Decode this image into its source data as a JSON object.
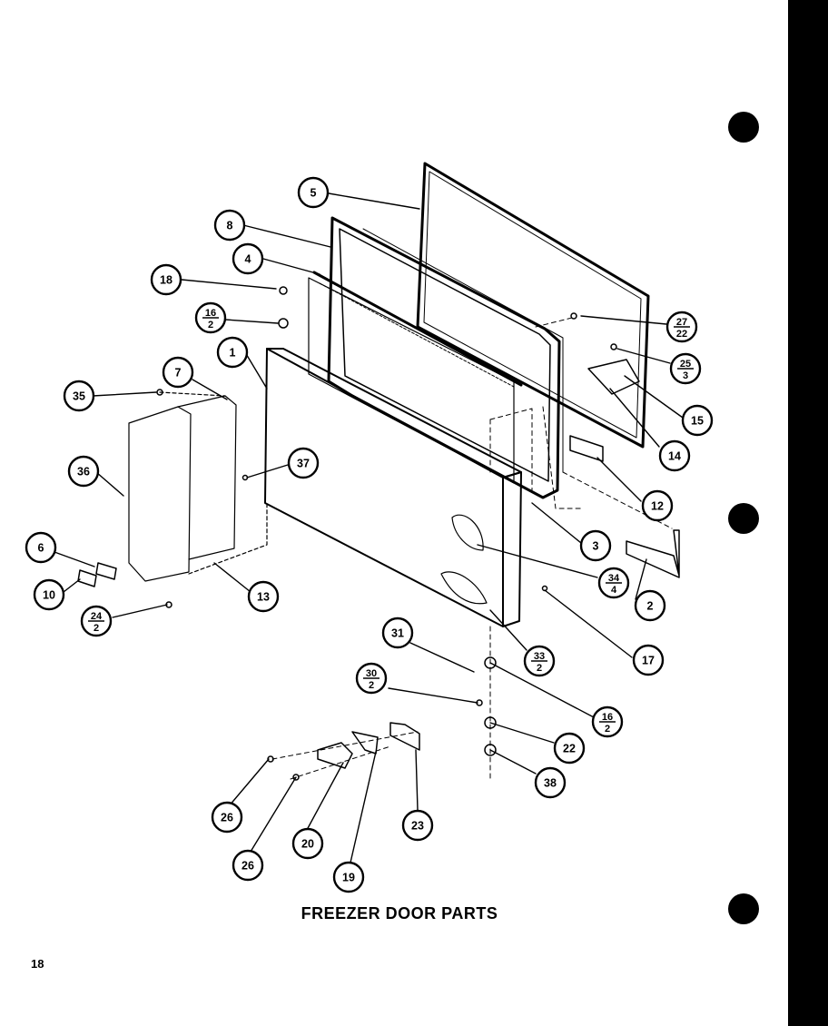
{
  "title": "FREEZER DOOR PARTS",
  "page_number": "18",
  "callouts": [
    {
      "id": "c5a",
      "top": "5"
    },
    {
      "id": "c8",
      "top": "8"
    },
    {
      "id": "c4",
      "top": "4"
    },
    {
      "id": "c18",
      "top": "18"
    },
    {
      "id": "c16a",
      "top": "16",
      "bottom": "2"
    },
    {
      "id": "c1",
      "top": "1"
    },
    {
      "id": "c7",
      "top": "7"
    },
    {
      "id": "c35",
      "top": "35"
    },
    {
      "id": "c36",
      "top": "36"
    },
    {
      "id": "c37",
      "top": "37"
    },
    {
      "id": "c6",
      "top": "6"
    },
    {
      "id": "c10",
      "top": "10"
    },
    {
      "id": "c24",
      "top": "24",
      "bottom": "2"
    },
    {
      "id": "c13",
      "top": "13"
    },
    {
      "id": "c27",
      "top": "27",
      "bottom": "22"
    },
    {
      "id": "c25",
      "top": "25",
      "bottom": "3"
    },
    {
      "id": "c15",
      "top": "15"
    },
    {
      "id": "c14",
      "top": "14"
    },
    {
      "id": "c12",
      "top": "12"
    },
    {
      "id": "c3",
      "top": "3"
    },
    {
      "id": "c34",
      "top": "34",
      "bottom": "4"
    },
    {
      "id": "c2",
      "top": "2"
    },
    {
      "id": "c17",
      "top": "17"
    },
    {
      "id": "c31",
      "top": "31"
    },
    {
      "id": "c33",
      "top": "33",
      "bottom": "2"
    },
    {
      "id": "c30",
      "top": "30",
      "bottom": "2"
    },
    {
      "id": "c16b",
      "top": "16",
      "bottom": "2"
    },
    {
      "id": "c22",
      "top": "22"
    },
    {
      "id": "c38",
      "top": "38"
    },
    {
      "id": "c26a",
      "top": "26"
    },
    {
      "id": "c26b",
      "top": "26"
    },
    {
      "id": "c20",
      "top": "20"
    },
    {
      "id": "c19",
      "top": "19"
    },
    {
      "id": "c23",
      "top": "23"
    }
  ]
}
